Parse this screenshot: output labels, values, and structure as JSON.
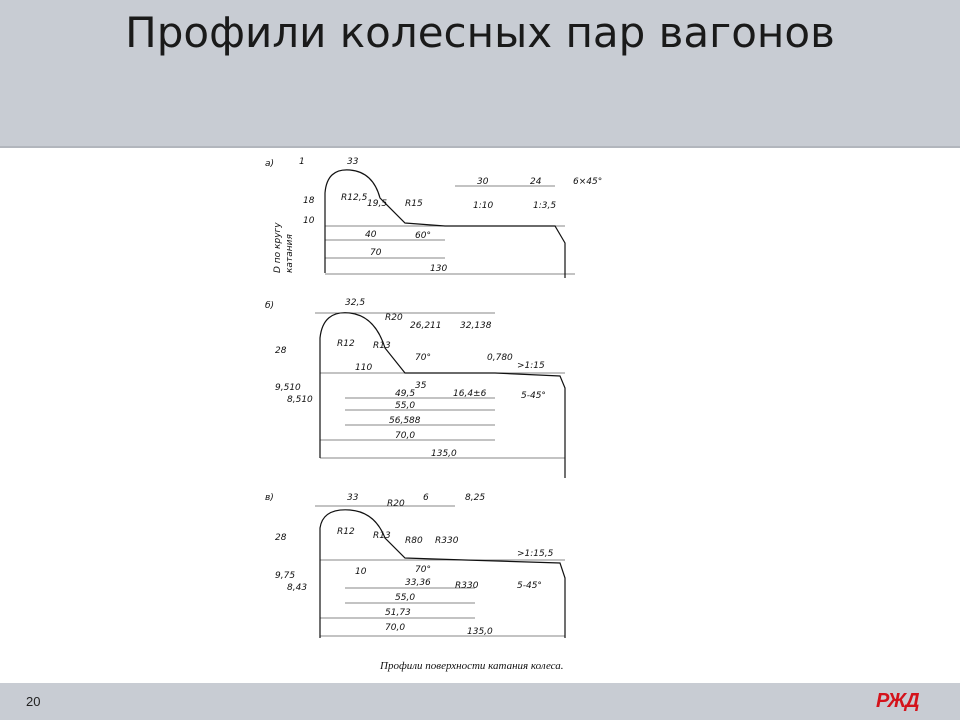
{
  "slide": {
    "title": "Профили колесных пар вагонов",
    "page_number": "20",
    "logo_text": "РЖД",
    "caption": "Профили поверхности катания колеса."
  },
  "diagram": {
    "a": {
      "label": "а)",
      "dims": [
        "1",
        "33",
        "18",
        "10",
        "R12,5",
        "19,5",
        "R15",
        "40",
        "70",
        "60°",
        "130",
        "30",
        "24",
        "6×45°",
        "1:10",
        "1:3,5"
      ],
      "side_label": [
        "D по кругу",
        "катания"
      ]
    },
    "b": {
      "label": "б)",
      "dims": [
        "32,5",
        "R20",
        "26,211",
        "32,138",
        "28",
        "R12",
        "R13",
        "70°",
        "0,780",
        ">1:15",
        "9,510",
        "8,510",
        "110",
        "35",
        "49,5",
        "16,4±6",
        "55,0",
        "56,588",
        "70,0",
        "135,0",
        "5-45°"
      ]
    },
    "c": {
      "label": "в)",
      "dims": [
        "33",
        "R20",
        "6",
        "8,25",
        "28",
        "R12",
        "R13",
        "R80",
        "R330",
        ">1:15,5",
        "9,75",
        "8,43",
        "10",
        "70°",
        "33,36",
        "55,0",
        "51,73",
        "70,0",
        "135,0",
        "R330",
        "5-45°"
      ]
    }
  }
}
